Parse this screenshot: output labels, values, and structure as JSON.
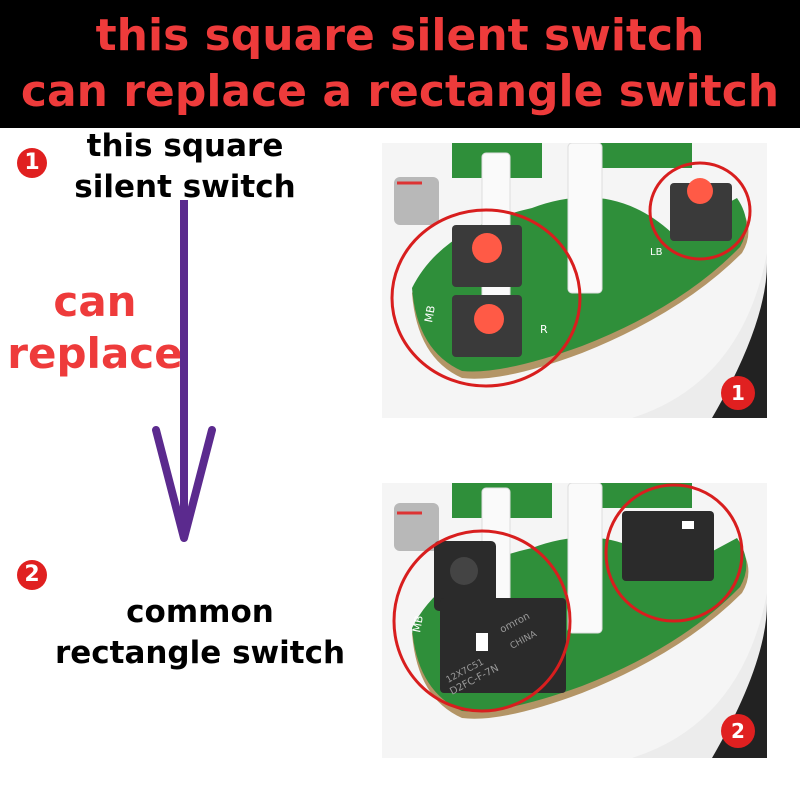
{
  "banner": {
    "line1": "this square silent switch",
    "line2": "can replace a rectangle switch"
  },
  "steps": {
    "one": {
      "badge": "1",
      "caption_line1": "this square",
      "caption_line2": "silent switch",
      "photo_badge": "1"
    },
    "two": {
      "badge": "2",
      "caption_line1": "common",
      "caption_line2": "rectangle switch",
      "photo_badge": "2"
    }
  },
  "middle": {
    "line1": "can",
    "line2": "replace"
  },
  "board_labels": {
    "photo1": [
      "MB",
      "R",
      "LB"
    ],
    "photo2": [
      "MB"
    ]
  },
  "switch_markings": {
    "line1": "12X7C51",
    "line2": "D2FC-F-7N",
    "brand": "omron",
    "origin": "CHINA"
  },
  "colors": {
    "banner_bg": "#000000",
    "accent_red": "#ee3b3b",
    "arrow_purple": "#5b2a8e",
    "highlight_circle": "#d81e1e",
    "pcb_green": "#2f8f3a"
  }
}
